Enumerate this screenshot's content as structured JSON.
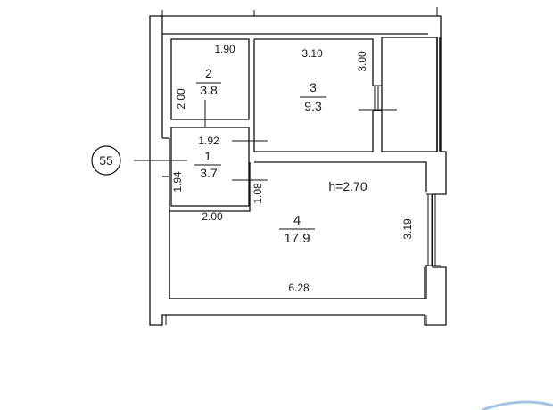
{
  "plan": {
    "building_number": "55",
    "ceiling_height": "h=2.70",
    "rooms": [
      {
        "id": "1",
        "area": "3.7"
      },
      {
        "id": "2",
        "area": "3.8"
      },
      {
        "id": "3",
        "area": "9.3"
      },
      {
        "id": "4",
        "area": "17.9"
      }
    ],
    "dimensions": {
      "room2_width": "1.90",
      "room2_height": "2.00",
      "room3_width": "3.10",
      "room3_height": "3.00",
      "room1_width_top": "1.92",
      "room1_height": "1.94",
      "room1_width_bottom": "2.00",
      "room1_side": "1.08",
      "room4_width": "6.28",
      "room4_height": "3.19"
    }
  }
}
